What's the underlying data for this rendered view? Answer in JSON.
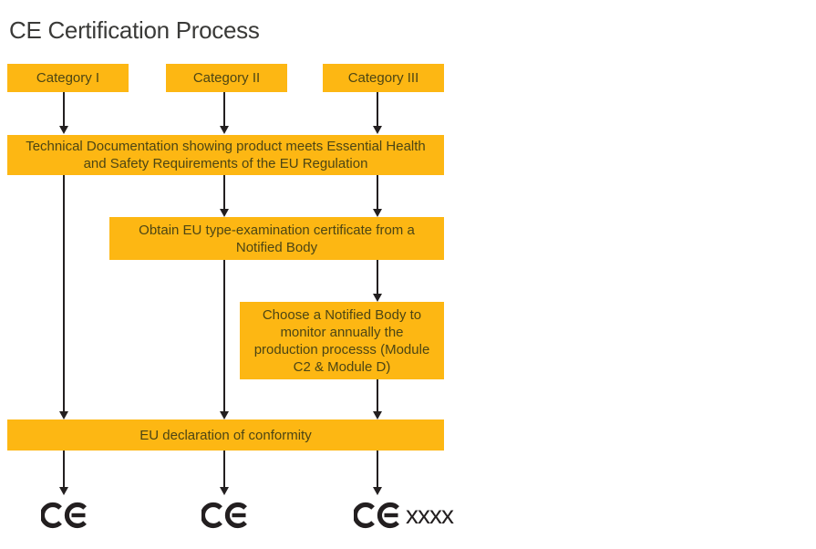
{
  "title": "CE Certification Process",
  "colors": {
    "box_fill": "#FDB713",
    "box_text": "#4C4514",
    "title_text": "#3A3A38",
    "arrow": "#231F20"
  },
  "categories": [
    {
      "label": "Category I"
    },
    {
      "label": "Category II"
    },
    {
      "label": "Category III"
    }
  ],
  "steps": {
    "technical_documentation": "Technical Documentation showing product meets Essential Health\nand Safety Requirements of the EU Regulation",
    "type_examination": "Obtain EU type-examination certificate from a\nNotified Body",
    "notified_body_monitoring": "Choose a Notified Body to\nmonitor annually the\nproduction processs (Module\nC2 & Module D)",
    "declaration": "EU declaration of conformity"
  },
  "ce_marks": [
    {
      "icon": "ce-mark",
      "suffix": ""
    },
    {
      "icon": "ce-mark",
      "suffix": ""
    },
    {
      "icon": "ce-mark",
      "suffix": "xxxx"
    }
  ]
}
